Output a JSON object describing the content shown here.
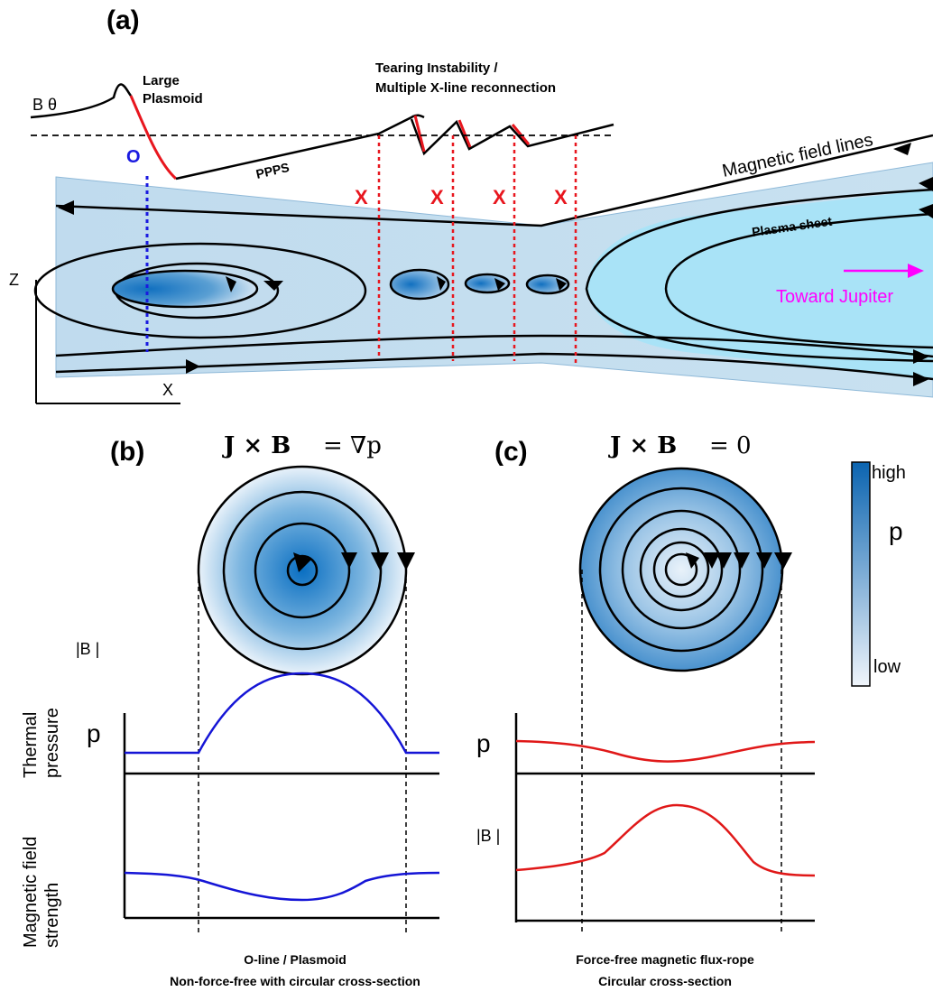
{
  "panel_a": {
    "label": "(a)",
    "b_theta_label": "B θ",
    "large_plasmoid_line1": "Large",
    "large_plasmoid_line2": "Plasmoid",
    "o_marker": "O",
    "tearing_line1": "Tearing Instability /",
    "tearing_line2": "Multiple X-line reconnection",
    "ppps_label": "PPPS",
    "x_marker": "X",
    "field_lines_label": "Magnetic field lines",
    "plasma_sheet_label": "Plasma sheet",
    "toward_jupiter": "Toward Jupiter",
    "z_axis": "Z",
    "x_axis": "X"
  },
  "panel_b": {
    "label": "(b)",
    "equation_lhs": "J × B",
    "equation_rhs": "= ∇p",
    "caption_line1": "O-line / Plasmoid",
    "caption_line2": "Non-force-free with circular cross-section"
  },
  "panel_c": {
    "label": "(c)",
    "equation_lhs": "J × B",
    "equation_rhs": "= 0",
    "caption_line1": "Force-free magnetic flux-rope",
    "caption_line2": "Circular cross-section"
  },
  "colorbar": {
    "high": "high",
    "low": "low",
    "symbol": "p"
  },
  "left_labels": {
    "thermal_line1": "Thermal",
    "thermal_line2": "pressure",
    "magnetic_line1": "Magnetic field",
    "magnetic_line2": "strength",
    "p_symbol": "p",
    "b_symbol": "|B |"
  },
  "colors": {
    "sheet": "#c4deef",
    "sheet_inner": "#a8e6f8",
    "plasmoid": "#1170c0",
    "x_line": "#e8161e",
    "o_line": "#1a1ae0",
    "toward_jupiter": "#ff00ff",
    "curve_b": "#1515d6",
    "curve_c": "#e01818"
  }
}
